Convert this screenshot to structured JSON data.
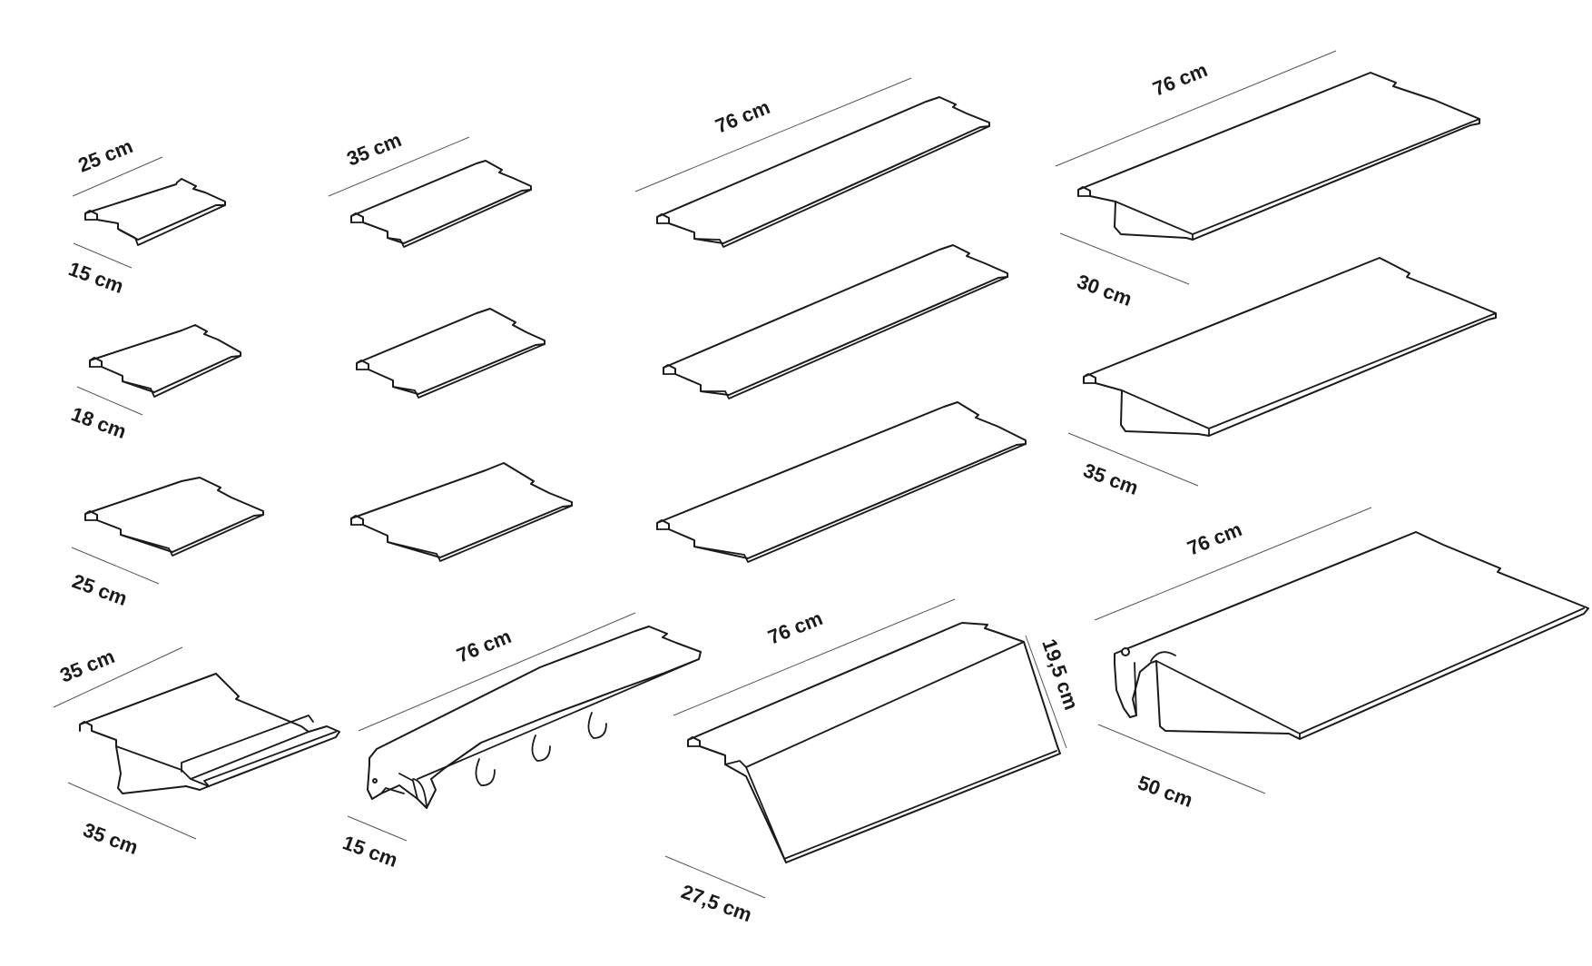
{
  "colors": {
    "line": "#1a1a1a",
    "dimension": "#555555",
    "background": "#ffffff"
  },
  "products": [
    {
      "id": "s1",
      "kind": "shelf",
      "width_label": "25 cm",
      "depth_label": "15 cm"
    },
    {
      "id": "s2",
      "kind": "shelf",
      "depth_label": "18 cm"
    },
    {
      "id": "s3",
      "kind": "shelf",
      "depth_label": "25 cm"
    },
    {
      "id": "s4",
      "kind": "shelf-with-lip",
      "width_label": "35 cm",
      "depth_label": "35 cm"
    },
    {
      "id": "s5",
      "kind": "shelf",
      "width_label": "35 cm"
    },
    {
      "id": "s6",
      "kind": "shelf"
    },
    {
      "id": "s7",
      "kind": "shelf"
    },
    {
      "id": "s8",
      "kind": "hook-rail",
      "width_label": "76 cm",
      "depth_label": "15 cm"
    },
    {
      "id": "s9",
      "kind": "shelf",
      "width_label": "76 cm"
    },
    {
      "id": "s10",
      "kind": "shelf"
    },
    {
      "id": "s11",
      "kind": "shelf"
    },
    {
      "id": "s12",
      "kind": "slanted-display",
      "width_label": "76 cm",
      "depth_label": "27,5 cm",
      "height_label": "19,5 cm"
    },
    {
      "id": "s13",
      "kind": "shelf-with-bracket",
      "width_label": "76 cm",
      "depth_label": "30 cm"
    },
    {
      "id": "s14",
      "kind": "shelf-with-bracket",
      "depth_label": "35 cm"
    },
    {
      "id": "s15",
      "kind": "desk-shelf",
      "width_label": "76 cm",
      "depth_label": "50 cm"
    }
  ]
}
